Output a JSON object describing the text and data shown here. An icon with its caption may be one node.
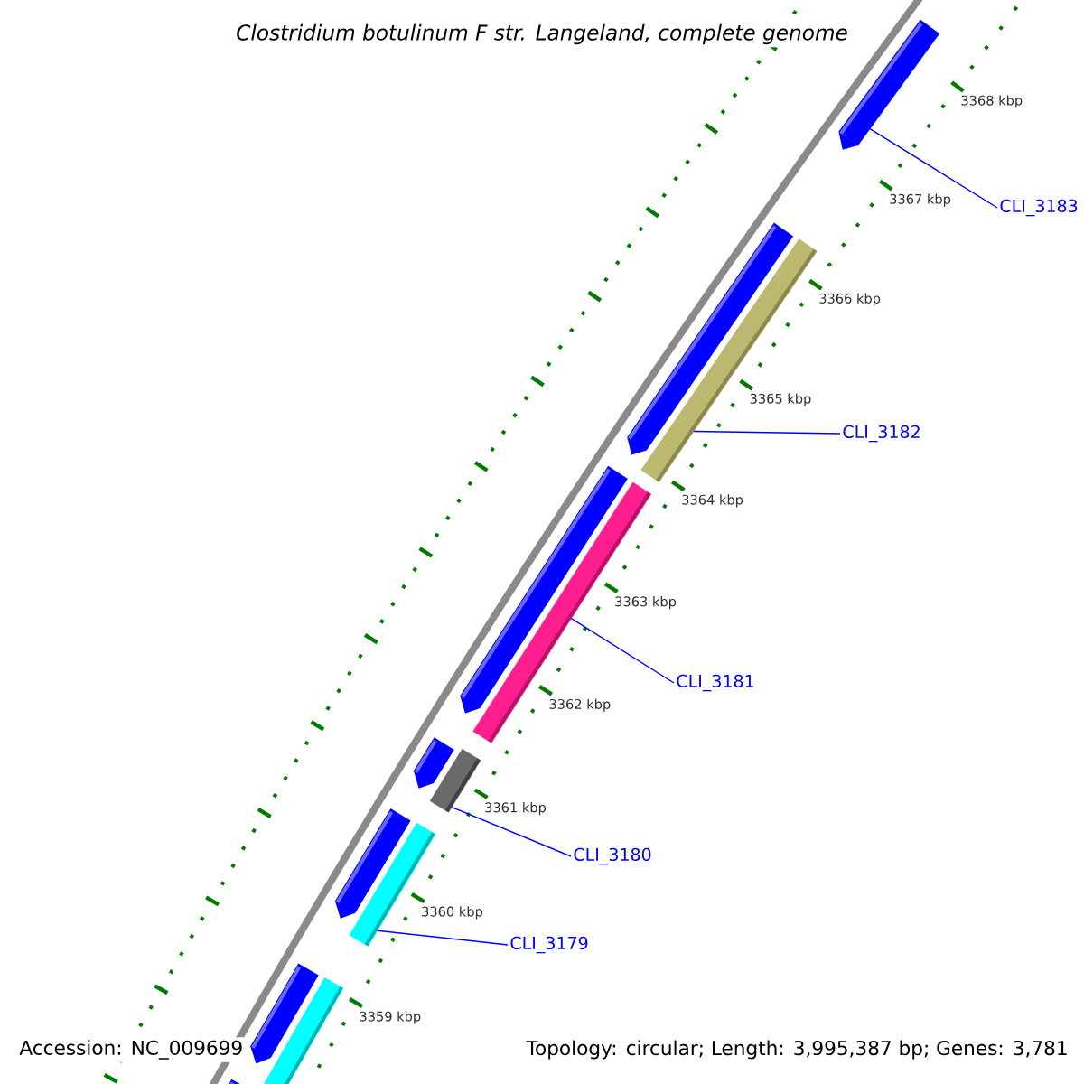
{
  "diagram": {
    "title": "Clostridium botulinum F str. Langeland, complete genome",
    "nodes": [
      {
        "text": [
          "CLI_3183"
        ]
      },
      {
        "text": [],
        "shape": "bar"
      },
      {
        "text": [
          "CLI_3182"
        ]
      },
      {
        "text": [],
        "shape": "bar"
      },
      {
        "text": [
          "CLI_3181"
        ]
      },
      {
        "text": [],
        "shape": "bar"
      },
      {
        "text": [
          "CLI_3180"
        ]
      },
      {
        "text": [],
        "shape": "bar"
      },
      {
        "text": [
          "CLI_3179"
        ]
      },
      {
        "text": [],
        "shape": "bar"
      }
    ],
    "edges": [
      {
        "from": 0,
        "to": 1,
        "arrow": "none"
      },
      {
        "from": 2,
        "to": 3,
        "arrow": "none"
      },
      {
        "from": 4,
        "to": 5,
        "arrow": "none"
      },
      {
        "from": 6,
        "to": 7,
        "arrow": "none"
      },
      {
        "from": 8,
        "to": 9,
        "arrow": "none"
      }
    ],
    "labels": [
      "3368 kbp",
      "3367 kbp",
      "3366 kbp",
      "3365 kbp",
      "3364 kbp",
      "3363 kbp",
      "3362 kbp",
      "3361 kbp",
      "3360 kbp",
      "3359 kbp",
      "Accession: NC_009699",
      "Topology: circular; Length: 3,995,387 bp; Genes: 3,781"
    ]
  }
}
